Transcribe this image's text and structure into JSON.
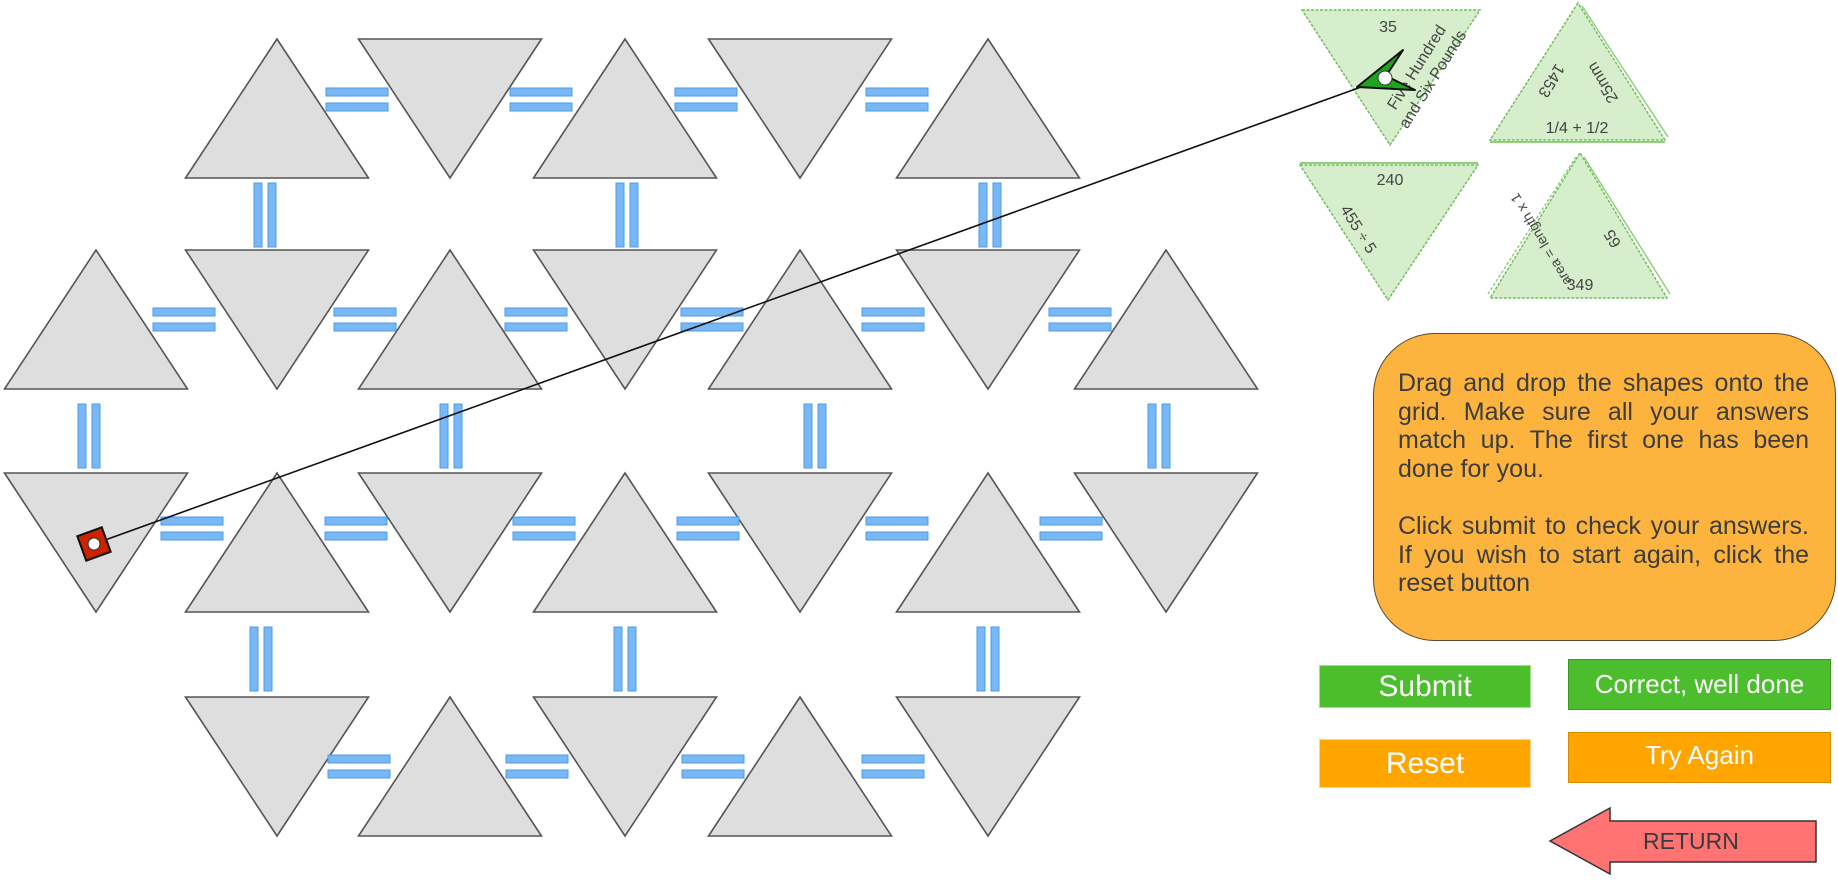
{
  "colors": {
    "slot_fill": "#dedede",
    "slot_stroke": "#555555",
    "connector": "#7ab8f5",
    "connector_stroke": "#4a9be8",
    "tile_fill": "#d6eecb",
    "tile_stroke": "#6fbf5c",
    "instructions_bg": "#fdb43f",
    "submit": "#4cbd2c",
    "reset": "#ffa500",
    "return_arrow": "#ff7373",
    "handle_red": "#cc2200",
    "handle_green": "#1ea51e"
  },
  "grid": {
    "rows": [
      [
        "up",
        "down",
        "up",
        "down",
        "up"
      ],
      [
        "up",
        "down",
        "up",
        "down",
        "up",
        "down",
        "up"
      ],
      [
        "down",
        "up",
        "down",
        "up",
        "down",
        "up",
        "down"
      ],
      [
        "down",
        "up",
        "down",
        "up",
        "down"
      ]
    ]
  },
  "tiles": [
    {
      "orientation": "down",
      "labels": [
        "35",
        "Five Hundred",
        "and Six Pounds"
      ]
    },
    {
      "orientation": "up",
      "labels": [
        "1/4 + 1/2",
        "1453",
        "25mm"
      ]
    },
    {
      "orientation": "down",
      "labels": [
        "240",
        "455 ÷ 5"
      ]
    },
    {
      "orientation": "up",
      "labels": [
        "349",
        "area = length x 1",
        "65"
      ]
    }
  ],
  "instructions": {
    "paragraph1": "Drag and drop the shapes onto the grid. Make sure all your answers match up. The first one has been done for you.",
    "paragraph2": "Click submit to check your answers. If you wish to start again, click the reset button"
  },
  "buttons": {
    "submit": "Submit",
    "reset": "Reset",
    "correct": "Correct, well done",
    "try_again": "Try Again",
    "return": "RETURN"
  },
  "icons": {
    "drag_source": "red-square-handle-icon",
    "drag_target": "green-arrow-handle-icon",
    "return": "left-arrow-icon"
  }
}
